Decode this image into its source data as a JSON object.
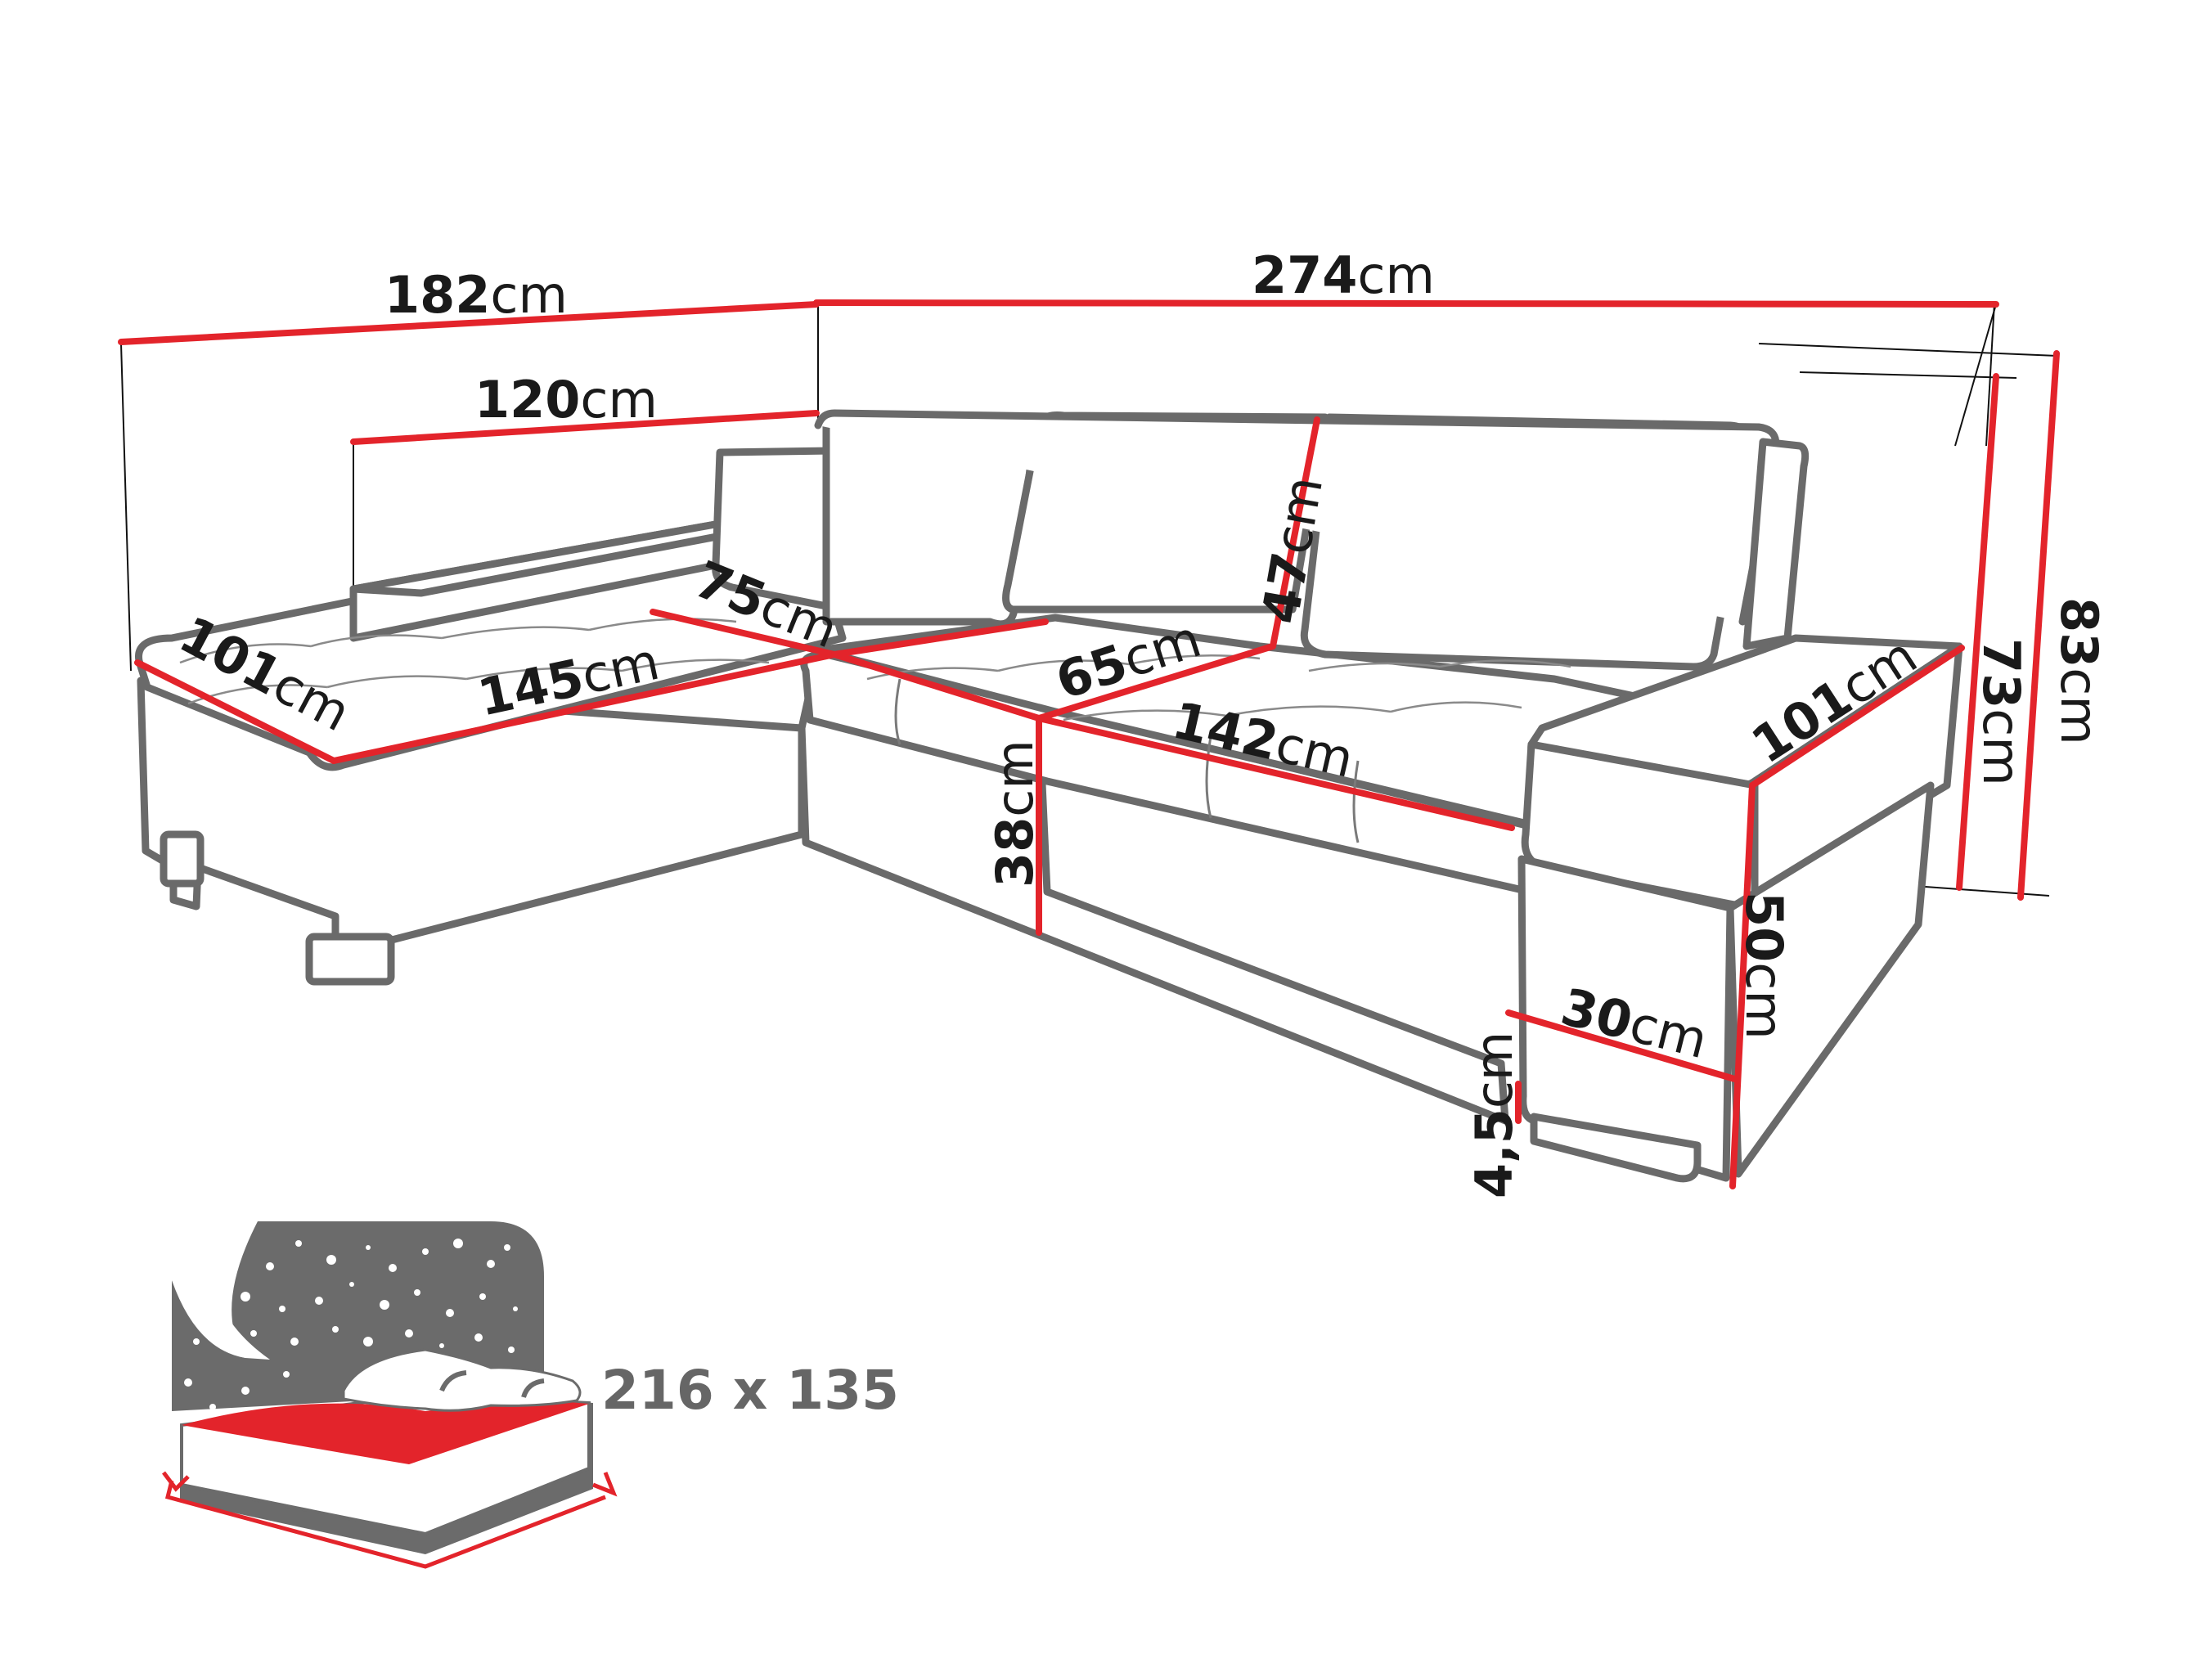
{
  "diagram": {
    "subject": "Corner sofa bed dimensions",
    "unit": "cm",
    "colors": {
      "dimension_line": "#e3242b",
      "outline": "#6a6a6a",
      "label": "#1a1a1a",
      "bed_icon_grey": "#6b6b6b",
      "bed_icon_red": "#e3242b"
    },
    "dimensions": {
      "total_width_left": {
        "value": "182",
        "unit": "cm"
      },
      "total_width_right": {
        "value": "274",
        "unit": "cm"
      },
      "chaise_back_width": {
        "value": "120",
        "unit": "cm"
      },
      "chaise_depth": {
        "value": "101",
        "unit": "cm"
      },
      "chaise_seat_length": {
        "value": "145",
        "unit": "cm"
      },
      "corner_seat_depth": {
        "value": "75",
        "unit": "cm"
      },
      "seat_depth": {
        "value": "65",
        "unit": "cm"
      },
      "backrest_height": {
        "value": "47",
        "unit": "cm"
      },
      "seat_height": {
        "value": "38",
        "unit": "cm"
      },
      "seat_width": {
        "value": "142",
        "unit": "cm"
      },
      "armrest_depth": {
        "value": "101",
        "unit": "cm"
      },
      "armrest_height": {
        "value": "50",
        "unit": "cm"
      },
      "armrest_width": {
        "value": "30",
        "unit": "cm"
      },
      "leg_height": {
        "value": "4,5",
        "unit": "cm"
      },
      "height_at_armrest": {
        "value": "73",
        "unit": "cm"
      },
      "total_height": {
        "value": "83",
        "unit": "cm"
      }
    },
    "sleeping_area": {
      "label": "216 x 135",
      "icon": "bed-with-night-sky-icon"
    }
  }
}
